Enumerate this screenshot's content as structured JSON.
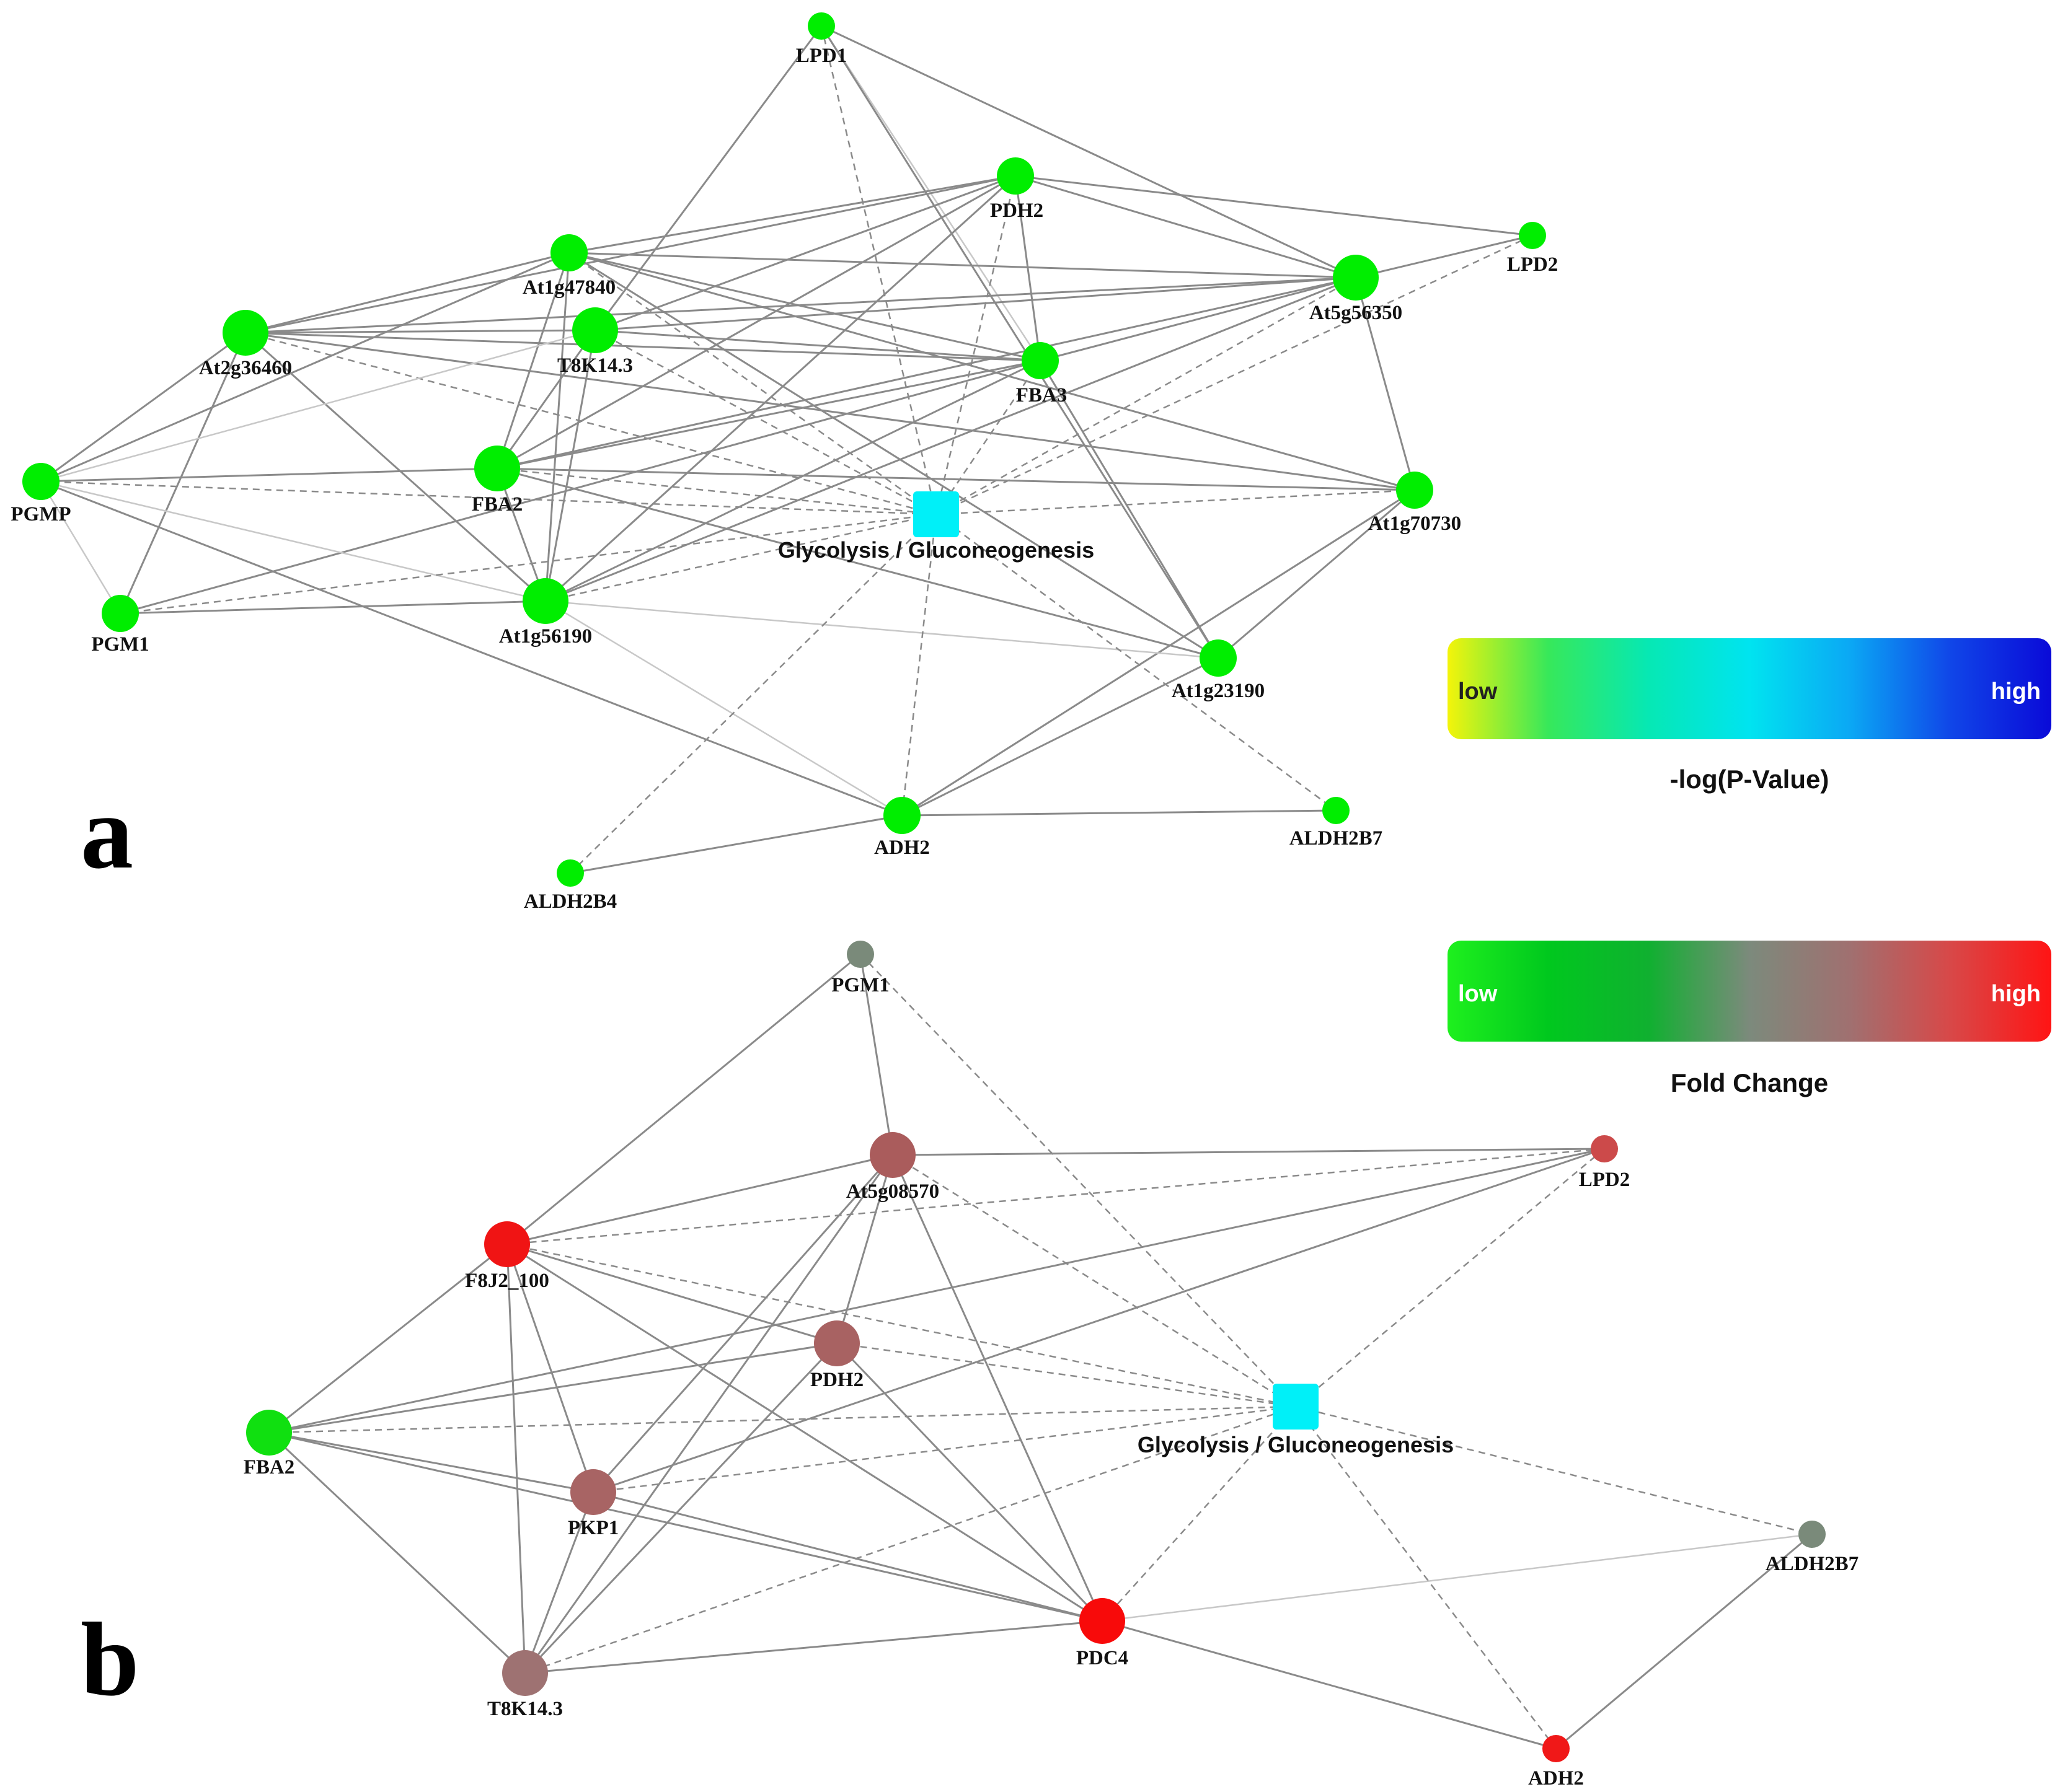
{
  "panels": [
    {
      "id": "a",
      "letter": "a",
      "legend": {
        "low_label": "low",
        "high_label": "high",
        "title": "-log(P-Value)",
        "gradient_stops": [
          "#f4f40a",
          "#37e85a",
          "#06e8b4",
          "#00e4f0",
          "#0ba8f4",
          "#1046e8",
          "#0a0ad8"
        ]
      },
      "nodes": [
        {
          "id": "LPD1",
          "label": "LPD1",
          "shape": "circle",
          "color": "#00ee00",
          "size": "small"
        },
        {
          "id": "PDH2",
          "label": "PDH2",
          "shape": "circle",
          "color": "#00ee00",
          "size": "medium"
        },
        {
          "id": "LPD2",
          "label": "LPD2",
          "shape": "circle",
          "color": "#00ee00",
          "size": "small"
        },
        {
          "id": "At1g47840",
          "label": "At1g47840",
          "shape": "circle",
          "color": "#00ee00",
          "size": "medium"
        },
        {
          "id": "At5g56350",
          "label": "At5g56350",
          "shape": "circle",
          "color": "#00ee00",
          "size": "large"
        },
        {
          "id": "At2g36460",
          "label": "At2g36460",
          "shape": "circle",
          "color": "#00ee00",
          "size": "large"
        },
        {
          "id": "T8K14.3",
          "label": "T8K14.3",
          "shape": "circle",
          "color": "#00ee00",
          "size": "large"
        },
        {
          "id": "FBA3",
          "label": "FBA3",
          "shape": "circle",
          "color": "#00ee00",
          "size": "medium"
        },
        {
          "id": "PGMP",
          "label": "PGMP",
          "shape": "circle",
          "color": "#00ee00",
          "size": "medium"
        },
        {
          "id": "FBA2",
          "label": "FBA2",
          "shape": "circle",
          "color": "#00ee00",
          "size": "large"
        },
        {
          "id": "Glycolysis",
          "label": "Glycolysis / Gluconeogenesis",
          "shape": "square",
          "color": "#00f0f8",
          "size": "large"
        },
        {
          "id": "At1g70730",
          "label": "At1g70730",
          "shape": "circle",
          "color": "#00ee00",
          "size": "medium"
        },
        {
          "id": "PGM1",
          "label": "PGM1",
          "shape": "circle",
          "color": "#00ee00",
          "size": "medium"
        },
        {
          "id": "At1g56190",
          "label": "At1g56190",
          "shape": "circle",
          "color": "#00ee00",
          "size": "large"
        },
        {
          "id": "At1g23190",
          "label": "At1g23190",
          "shape": "circle",
          "color": "#00ee00",
          "size": "medium"
        },
        {
          "id": "ADH2",
          "label": "ADH2",
          "shape": "circle",
          "color": "#00ee00",
          "size": "medium"
        },
        {
          "id": "ALDH2B7",
          "label": "ALDH2B7",
          "shape": "circle",
          "color": "#00ee00",
          "size": "small"
        },
        {
          "id": "ALDH2B4",
          "label": "ALDH2B4",
          "shape": "circle",
          "color": "#00ee00",
          "size": "small"
        }
      ],
      "edges": [
        [
          "LPD1",
          "At5g56350",
          "solid"
        ],
        [
          "LPD1",
          "T8K14.3",
          "solid"
        ],
        [
          "LPD1",
          "FBA3",
          "light"
        ],
        [
          "LPD1",
          "Glycolysis",
          "dashed"
        ],
        [
          "LPD1",
          "At1g23190",
          "solid"
        ],
        [
          "PDH2",
          "LPD2",
          "solid"
        ],
        [
          "PDH2",
          "At5g56350",
          "solid"
        ],
        [
          "PDH2",
          "FBA3",
          "solid"
        ],
        [
          "PDH2",
          "At2g36460",
          "solid"
        ],
        [
          "PDH2",
          "At1g47840",
          "solid"
        ],
        [
          "PDH2",
          "T8K14.3",
          "solid"
        ],
        [
          "PDH2",
          "FBA2",
          "solid"
        ],
        [
          "PDH2",
          "At1g56190",
          "solid"
        ],
        [
          "PDH2",
          "Glycolysis",
          "dashed"
        ],
        [
          "LPD2",
          "At5g56350",
          "solid"
        ],
        [
          "LPD2",
          "Glycolysis",
          "dashed"
        ],
        [
          "At1g47840",
          "At5g56350",
          "solid"
        ],
        [
          "At1g47840",
          "At2g36460",
          "solid"
        ],
        [
          "At1g47840",
          "FBA3",
          "solid"
        ],
        [
          "At1g47840",
          "FBA2",
          "solid"
        ],
        [
          "At1g47840",
          "At1g56190",
          "solid"
        ],
        [
          "At1g47840",
          "At1g70730",
          "solid"
        ],
        [
          "At1g47840",
          "PGMP",
          "solid"
        ],
        [
          "At1g47840",
          "Glycolysis",
          "dashed"
        ],
        [
          "At1g47840",
          "At1g23190",
          "solid"
        ],
        [
          "At5g56350",
          "At2g36460",
          "solid"
        ],
        [
          "At5g56350",
          "T8K14.3",
          "solid"
        ],
        [
          "At5g56350",
          "FBA2",
          "solid"
        ],
        [
          "At5g56350",
          "At1g56190",
          "solid"
        ],
        [
          "At5g56350",
          "At1g70730",
          "solid"
        ],
        [
          "At5g56350",
          "Glycolysis",
          "dashed"
        ],
        [
          "At5g56350",
          "FBA3",
          "solid"
        ],
        [
          "At2g36460",
          "T8K14.3",
          "solid"
        ],
        [
          "At2g36460",
          "FBA3",
          "solid"
        ],
        [
          "At2g36460",
          "PGMP",
          "solid"
        ],
        [
          "At2g36460",
          "PGM1",
          "solid"
        ],
        [
          "At2g36460",
          "At1g56190",
          "solid"
        ],
        [
          "At2g36460",
          "At1g70730",
          "solid"
        ],
        [
          "At2g36460",
          "Glycolysis",
          "dashed"
        ],
        [
          "T8K14.3",
          "FBA3",
          "solid"
        ],
        [
          "T8K14.3",
          "FBA2",
          "solid"
        ],
        [
          "T8K14.3",
          "At1g56190",
          "solid"
        ],
        [
          "T8K14.3",
          "Glycolysis",
          "dashed"
        ],
        [
          "T8K14.3",
          "PGMP",
          "light"
        ],
        [
          "FBA3",
          "FBA2",
          "solid"
        ],
        [
          "FBA3",
          "At1g56190",
          "solid"
        ],
        [
          "FBA3",
          "At1g23190",
          "solid"
        ],
        [
          "FBA3",
          "Glycolysis",
          "dashed"
        ],
        [
          "FBA3",
          "PGM1",
          "solid"
        ],
        [
          "PGMP",
          "FBA2",
          "solid"
        ],
        [
          "PGMP",
          "PGM1",
          "light"
        ],
        [
          "PGMP",
          "Glycolysis",
          "dashed"
        ],
        [
          "PGMP",
          "ADH2",
          "solid"
        ],
        [
          "PGMP",
          "At1g56190",
          "light"
        ],
        [
          "FBA2",
          "At1g70730",
          "solid"
        ],
        [
          "FBA2",
          "At1g56190",
          "solid"
        ],
        [
          "FBA2",
          "Glycolysis",
          "dashed"
        ],
        [
          "FBA2",
          "At1g23190",
          "solid"
        ],
        [
          "At1g70730",
          "Glycolysis",
          "dashed"
        ],
        [
          "At1g70730",
          "ADH2",
          "solid"
        ],
        [
          "At1g70730",
          "At1g23190",
          "solid"
        ],
        [
          "PGM1",
          "At1g56190",
          "solid"
        ],
        [
          "PGM1",
          "Glycolysis",
          "dashed"
        ],
        [
          "At1g56190",
          "Glycolysis",
          "dashed"
        ],
        [
          "At1g56190",
          "At1g23190",
          "light"
        ],
        [
          "At1g56190",
          "ADH2",
          "light"
        ],
        [
          "Glycolysis",
          "ADH2",
          "dashed"
        ],
        [
          "Glycolysis",
          "ALDH2B7",
          "dashed"
        ],
        [
          "Glycolysis",
          "ALDH2B4",
          "dashed"
        ],
        [
          "At1g23190",
          "ADH2",
          "solid"
        ],
        [
          "ADH2",
          "ALDH2B7",
          "solid"
        ],
        [
          "ADH2",
          "ALDH2B4",
          "solid"
        ]
      ]
    },
    {
      "id": "b",
      "letter": "b",
      "legend": {
        "low_label": "low",
        "high_label": "high",
        "title": "Fold Change",
        "gradient_stops": [
          "#1ef01e",
          "#00c81e",
          "#10b030",
          "#7c8a7c",
          "#a07070",
          "#d84848",
          "#ff1414"
        ]
      },
      "nodes": [
        {
          "id": "PGM1",
          "label": "PGM1",
          "shape": "circle",
          "color": "#7a8a7a",
          "size": "small"
        },
        {
          "id": "At5g08570",
          "label": "At5g08570",
          "shape": "circle",
          "color": "#aa5c5c",
          "size": "large"
        },
        {
          "id": "LPD2",
          "label": "LPD2",
          "shape": "circle",
          "color": "#cc4a4a",
          "size": "small"
        },
        {
          "id": "F8J2_100",
          "label": "F8J2_100",
          "shape": "circle",
          "color": "#f01414",
          "size": "large"
        },
        {
          "id": "PDH2",
          "label": "PDH2",
          "shape": "circle",
          "color": "#a86262",
          "size": "large"
        },
        {
          "id": "Glycolysis",
          "label": "Glycolysis / Gluconeogenesis",
          "shape": "square",
          "color": "#00f0f8",
          "size": "large"
        },
        {
          "id": "FBA2",
          "label": "FBA2",
          "shape": "circle",
          "color": "#10e010",
          "size": "large"
        },
        {
          "id": "PKP1",
          "label": "PKP1",
          "shape": "circle",
          "color": "#a86464",
          "size": "large"
        },
        {
          "id": "ALDH2B7",
          "label": "ALDH2B7",
          "shape": "circle",
          "color": "#7a8a7a",
          "size": "small"
        },
        {
          "id": "PDC4",
          "label": "PDC4",
          "shape": "circle",
          "color": "#f80a0a",
          "size": "large"
        },
        {
          "id": "T8K14.3",
          "label": "T8K14.3",
          "shape": "circle",
          "color": "#9e7272",
          "size": "large"
        },
        {
          "id": "ADH2",
          "label": "ADH2",
          "shape": "circle",
          "color": "#f01818",
          "size": "small"
        }
      ],
      "edges": [
        [
          "PGM1",
          "At5g08570",
          "solid"
        ],
        [
          "PGM1",
          "F8J2_100",
          "solid"
        ],
        [
          "PGM1",
          "Glycolysis",
          "dashed"
        ],
        [
          "At5g08570",
          "LPD2",
          "solid"
        ],
        [
          "At5g08570",
          "F8J2_100",
          "solid"
        ],
        [
          "At5g08570",
          "PDH2",
          "solid"
        ],
        [
          "At5g08570",
          "PKP1",
          "solid"
        ],
        [
          "At5g08570",
          "T8K14.3",
          "solid"
        ],
        [
          "At5g08570",
          "PDC4",
          "solid"
        ],
        [
          "At5g08570",
          "Glycolysis",
          "dashed"
        ],
        [
          "LPD2",
          "F8J2_100",
          "dashed"
        ],
        [
          "LPD2",
          "FBA2",
          "solid"
        ],
        [
          "LPD2",
          "PKP1",
          "solid"
        ],
        [
          "LPD2",
          "Glycolysis",
          "dashed"
        ],
        [
          "F8J2_100",
          "PDH2",
          "solid"
        ],
        [
          "F8J2_100",
          "FBA2",
          "solid"
        ],
        [
          "F8J2_100",
          "PKP1",
          "solid"
        ],
        [
          "F8J2_100",
          "T8K14.3",
          "solid"
        ],
        [
          "F8J2_100",
          "PDC4",
          "solid"
        ],
        [
          "F8J2_100",
          "Glycolysis",
          "dashed"
        ],
        [
          "PDH2",
          "FBA2",
          "solid"
        ],
        [
          "PDH2",
          "T8K14.3",
          "solid"
        ],
        [
          "PDH2",
          "PDC4",
          "solid"
        ],
        [
          "PDH2",
          "Glycolysis",
          "dashed"
        ],
        [
          "FBA2",
          "Glycolysis",
          "dashed"
        ],
        [
          "FBA2",
          "PKP1",
          "solid"
        ],
        [
          "FBA2",
          "T8K14.3",
          "solid"
        ],
        [
          "FBA2",
          "PDC4",
          "solid"
        ],
        [
          "PKP1",
          "Glycolysis",
          "dashed"
        ],
        [
          "PKP1",
          "T8K14.3",
          "solid"
        ],
        [
          "PKP1",
          "PDC4",
          "solid"
        ],
        [
          "Glycolysis",
          "ALDH2B7",
          "dashed"
        ],
        [
          "Glycolysis",
          "PDC4",
          "dashed"
        ],
        [
          "Glycolysis",
          "ADH2",
          "dashed"
        ],
        [
          "Glycolysis",
          "T8K14.3",
          "dashed"
        ],
        [
          "ALDH2B7",
          "ADH2",
          "solid"
        ],
        [
          "ALDH2B7",
          "PDC4",
          "light"
        ],
        [
          "PDC4",
          "T8K14.3",
          "solid"
        ],
        [
          "PDC4",
          "ADH2",
          "solid"
        ]
      ]
    }
  ]
}
